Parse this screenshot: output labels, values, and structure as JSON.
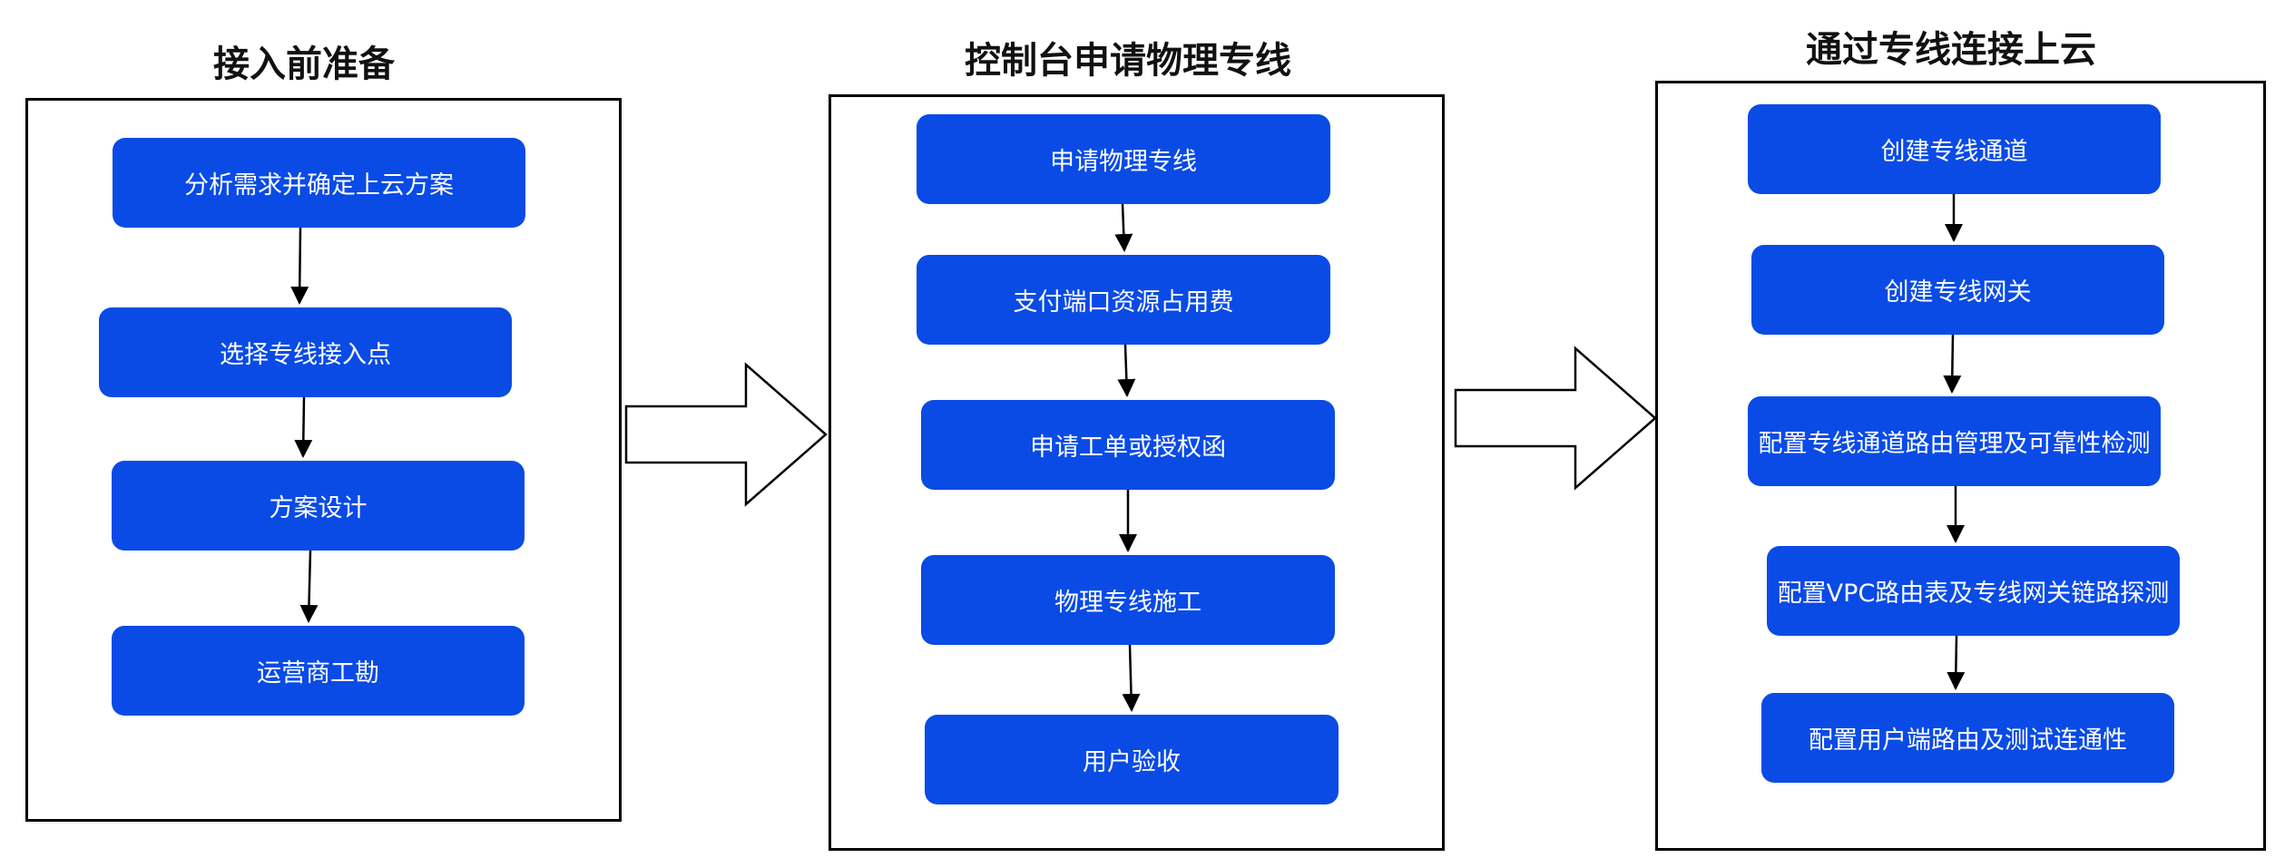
{
  "colors": {
    "step_fill": "#0a4be6",
    "border": "#000000",
    "text": "#ffffff"
  },
  "stages": [
    {
      "title": "接入前准备",
      "steps": [
        "分析需求并确定上云方案",
        "选择专线接入点",
        "方案设计",
        "运营商工勘"
      ]
    },
    {
      "title": "控制台申请物理专线",
      "steps": [
        "申请物理专线",
        "支付端口资源占用费",
        "申请工单或授权函",
        "物理专线施工",
        "用户验收"
      ]
    },
    {
      "title": "通过专线连接上云",
      "steps": [
        "创建专线通道",
        "创建专线网关",
        "配置专线通道路由管理及可靠性检测",
        "配置VPC路由表及专线网关链路探测",
        "配置用户端路由及测试连通性"
      ]
    }
  ]
}
